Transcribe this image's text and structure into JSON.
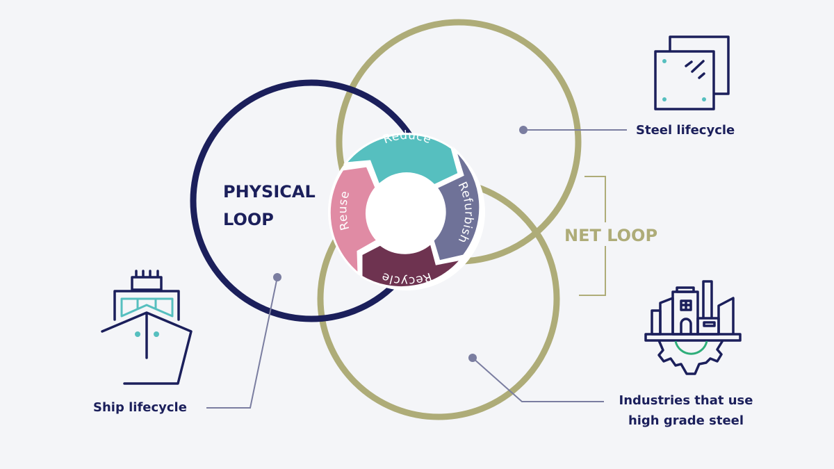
{
  "colors": {
    "background": "#f4f5f8",
    "navy": "#1b1f5b",
    "olive": "#aeac78",
    "teal": "#56bfbf",
    "pink": "#e08ba4",
    "slate": "#6f7298",
    "plum": "#6e3350",
    "leader": "#7a7da0",
    "green": "#2fae7a"
  },
  "loops": {
    "physical": {
      "line1": "PHYSICAL",
      "line2": "LOOP"
    },
    "net": {
      "label": "NET LOOP"
    }
  },
  "cycle": {
    "segments": [
      {
        "id": "reduce",
        "label": "Reduce"
      },
      {
        "id": "refurbish",
        "label": "Refurbish"
      },
      {
        "id": "recycle",
        "label": "Recycle"
      },
      {
        "id": "reuse",
        "label": "Reuse"
      }
    ]
  },
  "callouts": {
    "steel": {
      "label": "Steel lifecycle",
      "icon": "steel-plates-icon"
    },
    "ship": {
      "label": "Ship lifecycle",
      "icon": "ship-icon"
    },
    "industries": {
      "line1": "Industries that use",
      "line2": "high grade steel",
      "icon": "factory-gear-icon"
    }
  }
}
